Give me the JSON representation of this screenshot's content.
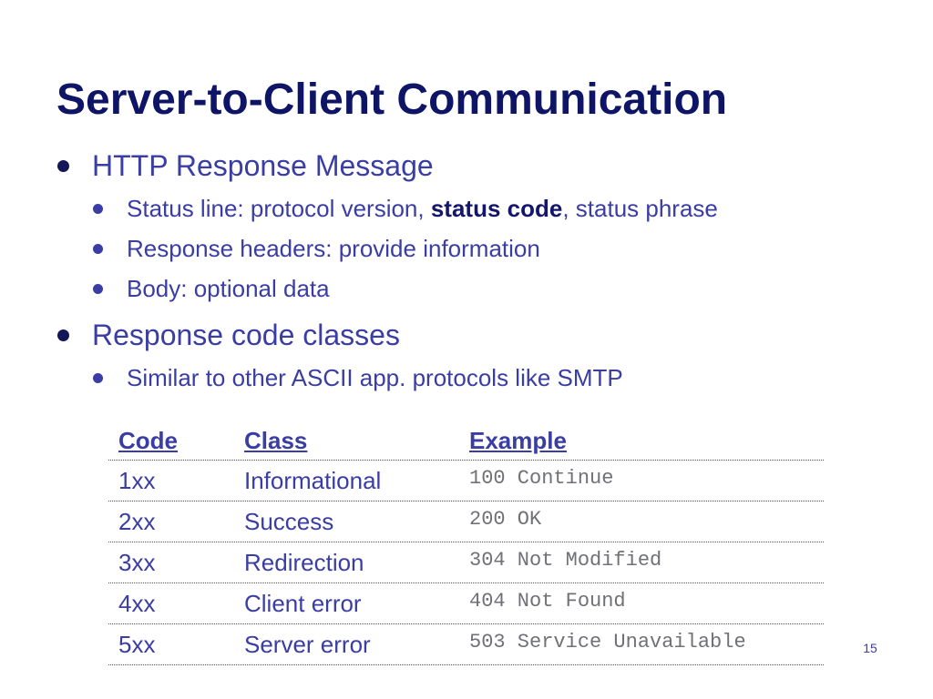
{
  "slide": {
    "title": "Server-to-Client Communication",
    "page_number": "15"
  },
  "bullets": [
    {
      "text": "HTTP Response Message",
      "children": [
        {
          "pre": "Status line:  protocol version, ",
          "bold": "status code",
          "post": ", status phrase"
        },
        {
          "text": "Response headers:  provide information"
        },
        {
          "text": "Body:  optional data"
        }
      ]
    },
    {
      "text": "Response code classes",
      "children": [
        {
          "text": "Similar to other ASCII app. protocols like SMTP"
        }
      ]
    }
  ],
  "table": {
    "headers": [
      "Code",
      "Class",
      "Example"
    ],
    "rows": [
      [
        "1xx",
        "Informational",
        "100 Continue"
      ],
      [
        "2xx",
        "Success",
        "200 OK"
      ],
      [
        "3xx",
        "Redirection",
        "304 Not Modified"
      ],
      [
        "4xx",
        "Client error",
        "404 Not Found"
      ],
      [
        "5xx",
        "Server error",
        "503 Service Unavailable"
      ]
    ]
  },
  "colors": {
    "title": "#0e1566",
    "body_text": "#3a3da3",
    "example_text": "#6f7176"
  }
}
